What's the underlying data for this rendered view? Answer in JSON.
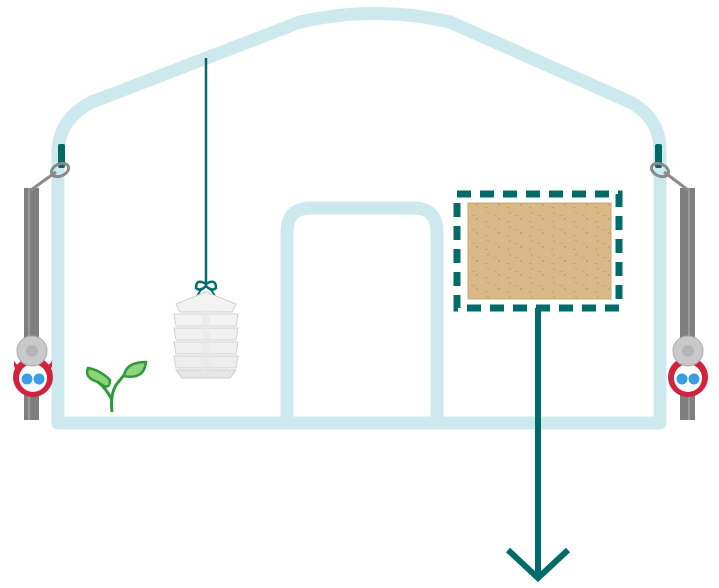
{
  "diagram": {
    "colors": {
      "greenhouse_frame": "#cde9ee",
      "accent_teal": "#006b68",
      "rail_gray": "#7f7f7f",
      "motor_red": "#d2233c",
      "motor_blue": "#3a9ee4",
      "motor_hub": "#c9c9c9",
      "leaf_green": "#8fd47a",
      "leaf_outline": "#2f9a3a",
      "board_wood": "#d9b987",
      "shelter_white": "#f3f3f3"
    },
    "elements": {
      "greenhouse": "greenhouse-outline",
      "door": "door-opening",
      "left_vent_motor": "vent-motor-icon",
      "right_vent_motor": "vent-motor-icon",
      "sensor": "radiation-shield-sensor-icon",
      "plant": "seedling-icon",
      "board": "wood-board-icon",
      "highlight": "dashed-highlight-frame",
      "arrow": "down-arrow-icon"
    }
  }
}
